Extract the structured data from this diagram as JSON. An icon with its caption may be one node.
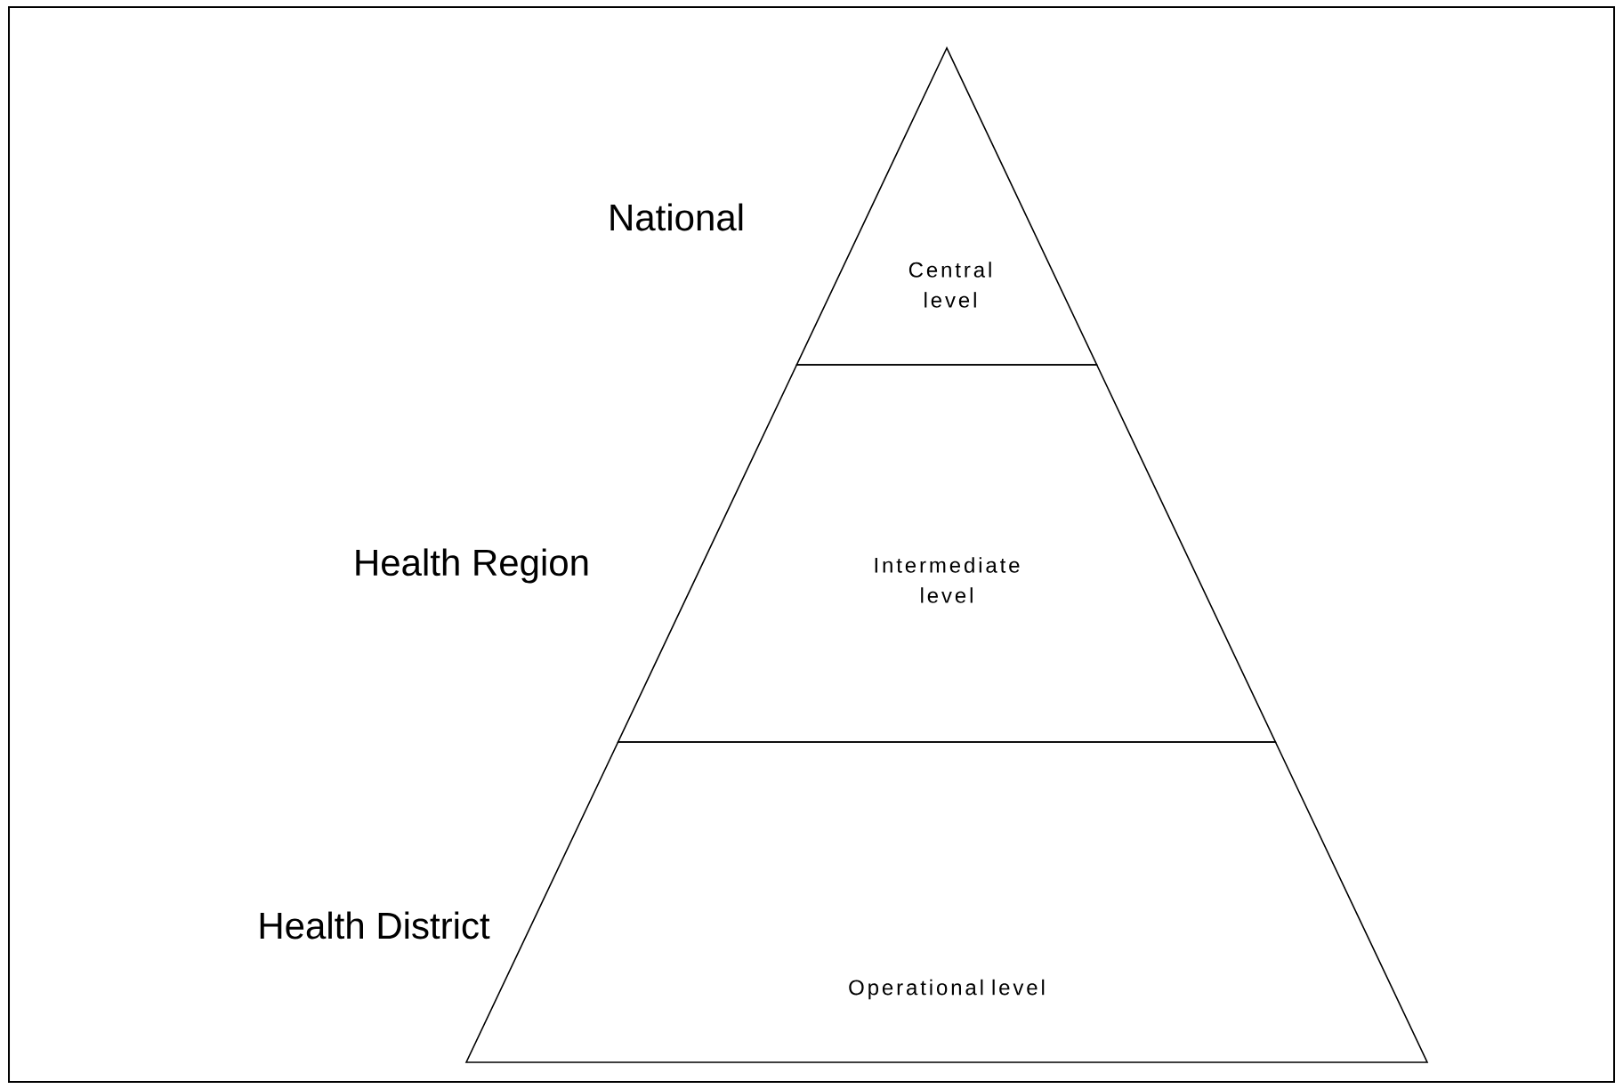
{
  "diagram": {
    "nodes": [
      {
        "text": [
          "Central level"
        ],
        "beside": [
          "National"
        ]
      },
      {
        "text": [
          "Intermediate level"
        ],
        "beside": [
          "Health Region"
        ]
      },
      {
        "text": [
          "Operational level"
        ],
        "beside": [
          "Health District"
        ]
      }
    ]
  }
}
